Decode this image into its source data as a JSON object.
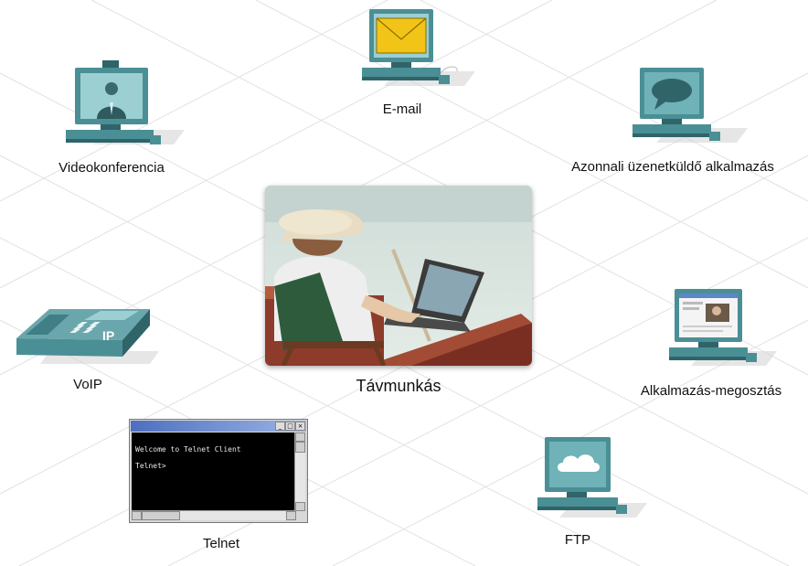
{
  "center": {
    "label": "Távmunkás"
  },
  "nodes": {
    "email": {
      "label": "E-mail",
      "icon": "email-computer-icon"
    },
    "instant_messaging": {
      "label": "Azonnali üzenetküldő alkalmazás",
      "icon": "chat-computer-icon"
    },
    "video_conference": {
      "label": "Videokonferencia",
      "icon": "video-conference-icon"
    },
    "voip": {
      "label": "VoIP",
      "icon": "ip-phone-icon",
      "badge": "IP"
    },
    "app_sharing": {
      "label": "Alkalmazás-megosztás",
      "icon": "application-sharing-icon"
    },
    "telnet": {
      "label": "Telnet",
      "icon": "telnet-window-icon",
      "lines": [
        "Welcome to Telnet Client",
        "Telnet>"
      ]
    },
    "ftp": {
      "label": "FTP",
      "icon": "cloud-computer-icon"
    }
  },
  "colors": {
    "computer_body": "#4a8f95",
    "computer_dark": "#2f6469",
    "screen_face": "#9ccfd2",
    "envelope": "#f2c417",
    "grid": "#dcdcdc"
  }
}
